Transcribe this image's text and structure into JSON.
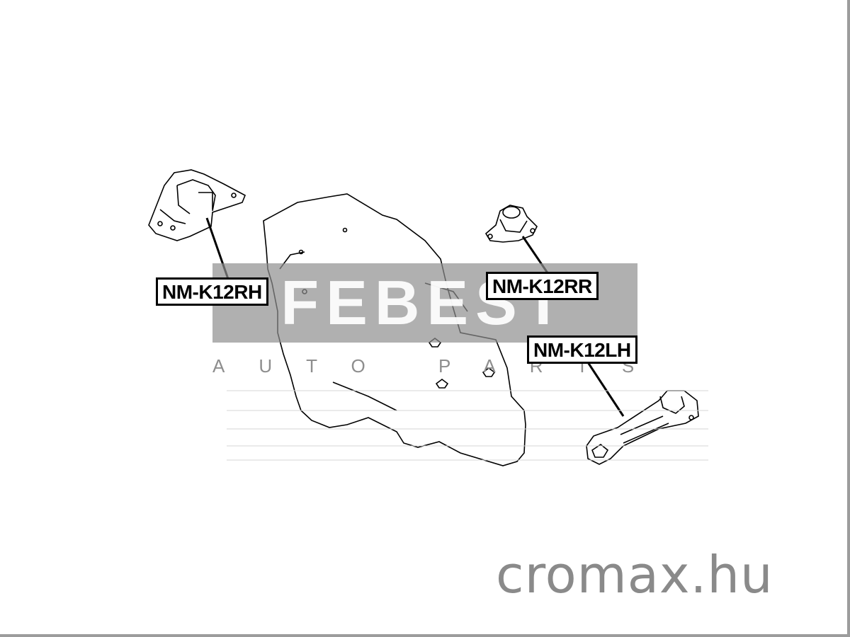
{
  "parts": {
    "rh": {
      "code": "NM-K12RH"
    },
    "rr": {
      "code": "NM-K12RR"
    },
    "lh": {
      "code": "NM-K12LH"
    }
  },
  "watermark": {
    "brand": "FEBEST",
    "tagline": "AUTO PARTS"
  },
  "site": {
    "text": "cromax.hu"
  },
  "colors": {
    "line": "#000000",
    "watermark_band": "#8f8f8f",
    "site_text": "#8a8a8a",
    "frame_shadow": "#9c9c9c"
  }
}
